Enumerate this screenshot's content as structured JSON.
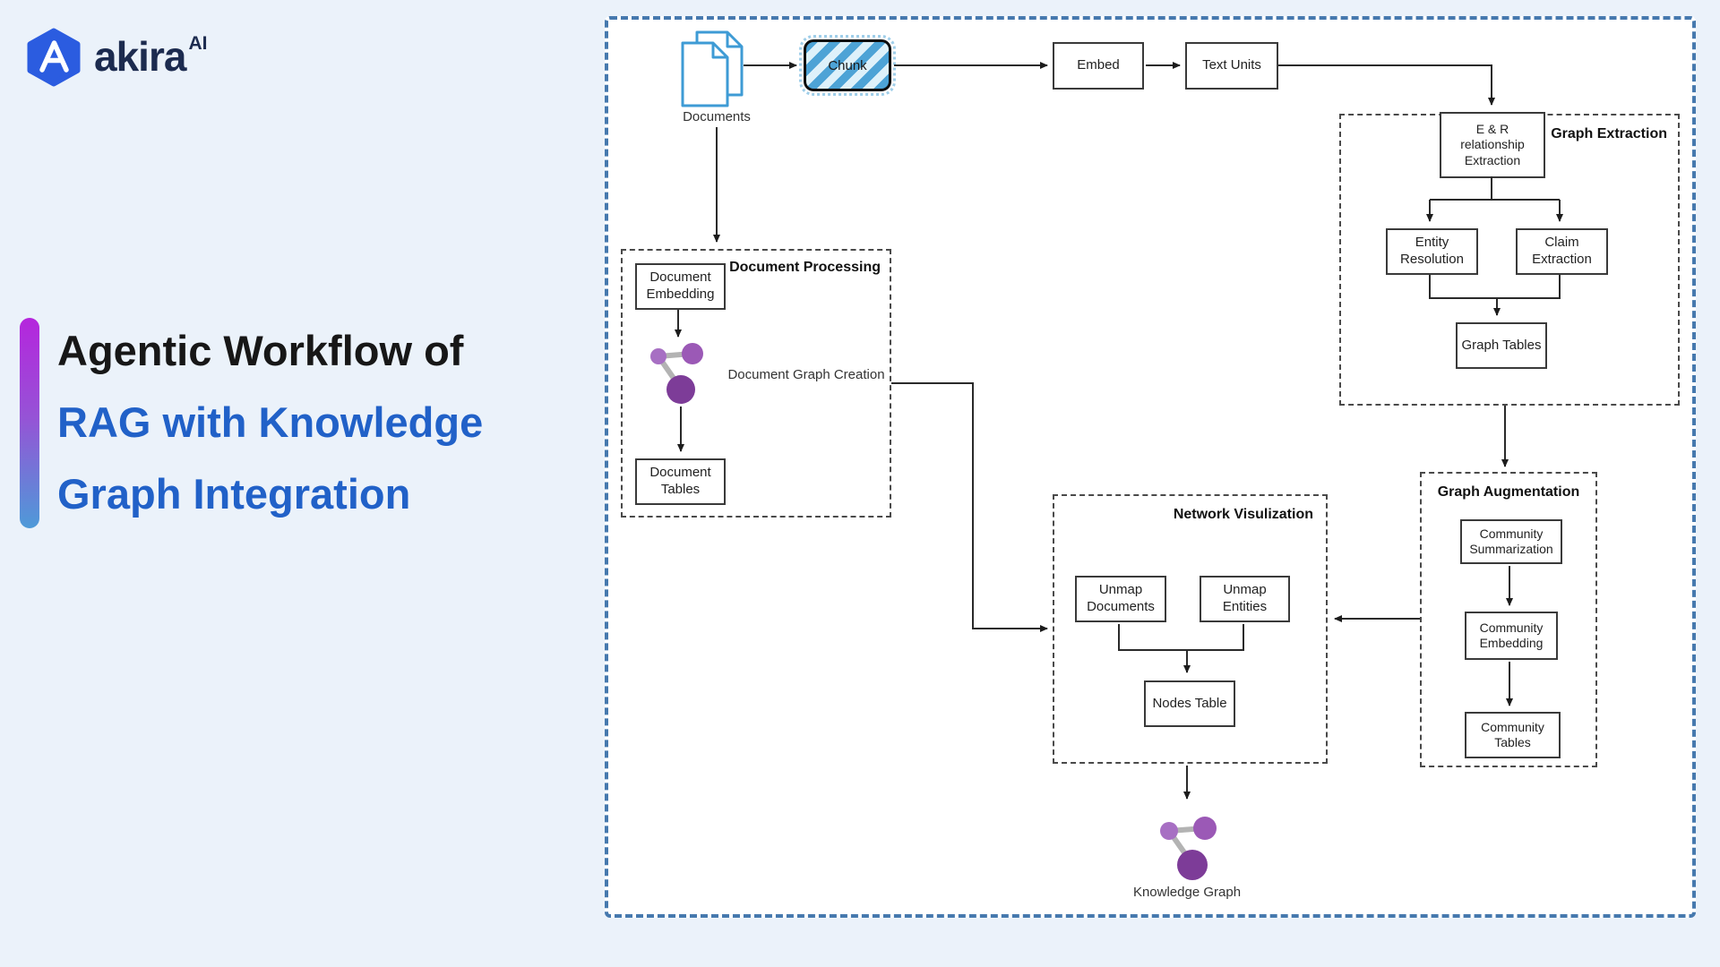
{
  "brand": {
    "name": "akira",
    "superscript": "AI"
  },
  "title": {
    "line1": "Agentic Workflow of",
    "line2": "RAG with Knowledge",
    "line3": "Graph Integration"
  },
  "colors": {
    "page_background": "#ebf2fa",
    "diagram_background": "#ffffff",
    "outer_border_blue": "#4679ae",
    "title_blue": "#2161c8",
    "title_black": "#171717",
    "gradient_bar_top": "#b525dd",
    "gradient_bar_bottom": "#4e9ad8",
    "chunk_stripe_blue": "#4da3d6",
    "documents_icon_blue": "#3e9bd5",
    "graph_node_light_purple": "#a76fc3",
    "graph_node_mid_purple": "#9b59b6",
    "graph_node_dark_purple": "#7d3c98",
    "logo_blue": "#2b5ce0"
  },
  "pipeline": {
    "documents_label": "Documents",
    "chunk_label": "Chunk",
    "embed_label": "Embed",
    "text_units_label": "Text Units"
  },
  "groups": {
    "document_processing": {
      "title": "Document Processing",
      "document_embedding": "Document Embedding",
      "document_graph_creation": "Document Graph Creation",
      "document_tables": "Document Tables"
    },
    "graph_extraction": {
      "title": "Graph Extraction",
      "er_extraction": "E & R relationship Extraction",
      "entity_resolution": "Entity Resolution",
      "claim_extraction": "Claim Extraction",
      "graph_tables": "Graph Tables"
    },
    "graph_augmentation": {
      "title": "Graph Augmentation",
      "community_summarization": "Community Summarization",
      "community_embedding": "Community Embedding",
      "community_tables": "Community Tables"
    },
    "network_visualization": {
      "title": "Network Visulization",
      "unmap_documents": "Unmap Documents",
      "unmap_entities": "Unmap Entities",
      "nodes_table": "Nodes Table"
    }
  },
  "knowledge_graph_label": "Knowledge Graph"
}
